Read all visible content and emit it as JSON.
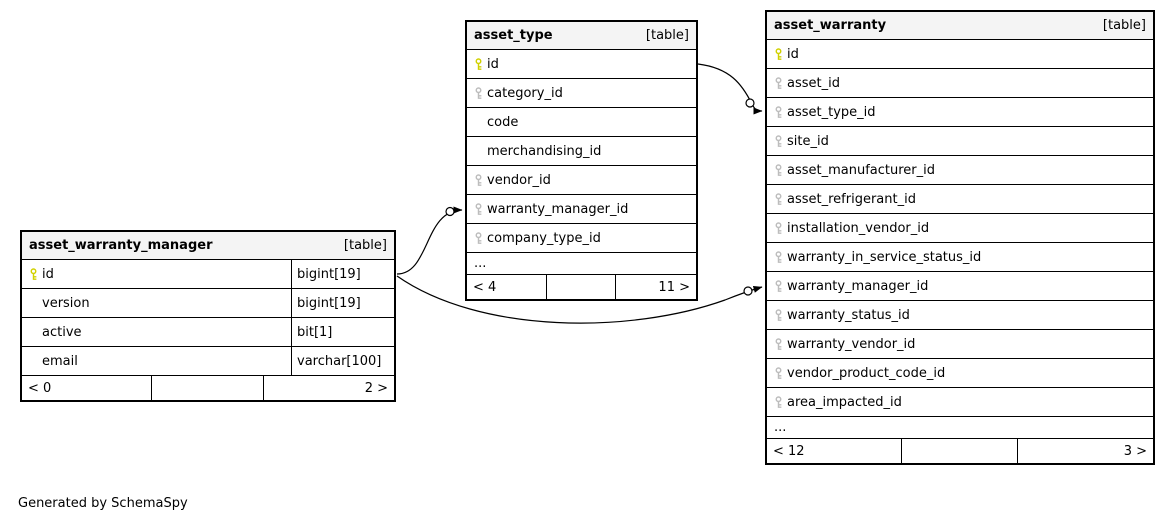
{
  "page": {
    "footer_note": "Generated by SchemaSpy"
  },
  "colors": {
    "pk_key": "#d1d100",
    "fk_key": "#bdbdbd",
    "header_bg": "#f4f4f4",
    "border_color": "#000000"
  },
  "tables": {
    "asset_warranty_manager": {
      "title": "asset_warranty_manager",
      "badge": "[table]",
      "columns": [
        {
          "name": "id",
          "type": "bigint[19]",
          "key": "pk"
        },
        {
          "name": "version",
          "type": "bigint[19]",
          "key": "none"
        },
        {
          "name": "active",
          "type": "bit[1]",
          "key": "none"
        },
        {
          "name": "email",
          "type": "varchar[100]",
          "key": "none"
        }
      ],
      "pager": {
        "left": "< 0",
        "right": "2 >"
      }
    },
    "asset_type": {
      "title": "asset_type",
      "badge": "[table]",
      "columns": [
        {
          "name": "id",
          "key": "pk"
        },
        {
          "name": "category_id",
          "key": "fk"
        },
        {
          "name": "code",
          "key": "none"
        },
        {
          "name": "merchandising_id",
          "key": "none"
        },
        {
          "name": "vendor_id",
          "key": "fk"
        },
        {
          "name": "warranty_manager_id",
          "key": "fk"
        },
        {
          "name": "company_type_id",
          "key": "fk"
        }
      ],
      "ellipsis": "...",
      "pager": {
        "left": "< 4",
        "right": "11 >"
      }
    },
    "asset_warranty": {
      "title": "asset_warranty",
      "badge": "[table]",
      "columns": [
        {
          "name": "id",
          "key": "pk"
        },
        {
          "name": "asset_id",
          "key": "fk"
        },
        {
          "name": "asset_type_id",
          "key": "fk"
        },
        {
          "name": "site_id",
          "key": "fk"
        },
        {
          "name": "asset_manufacturer_id",
          "key": "fk"
        },
        {
          "name": "asset_refrigerant_id",
          "key": "fk"
        },
        {
          "name": "installation_vendor_id",
          "key": "fk"
        },
        {
          "name": "warranty_in_service_status_id",
          "key": "fk"
        },
        {
          "name": "warranty_manager_id",
          "key": "fk"
        },
        {
          "name": "warranty_status_id",
          "key": "fk"
        },
        {
          "name": "warranty_vendor_id",
          "key": "fk"
        },
        {
          "name": "vendor_product_code_id",
          "key": "fk"
        },
        {
          "name": "area_impacted_id",
          "key": "fk"
        }
      ],
      "ellipsis": "...",
      "pager": {
        "left": "< 12",
        "right": "3 >"
      }
    }
  },
  "relationships": [
    {
      "from": "asset_warranty_manager.id",
      "to": "asset_type.warranty_manager_id"
    },
    {
      "from": "asset_warranty_manager.id",
      "to": "asset_warranty.warranty_manager_id"
    },
    {
      "from": "asset_type.id",
      "to": "asset_warranty.asset_type_id"
    }
  ]
}
